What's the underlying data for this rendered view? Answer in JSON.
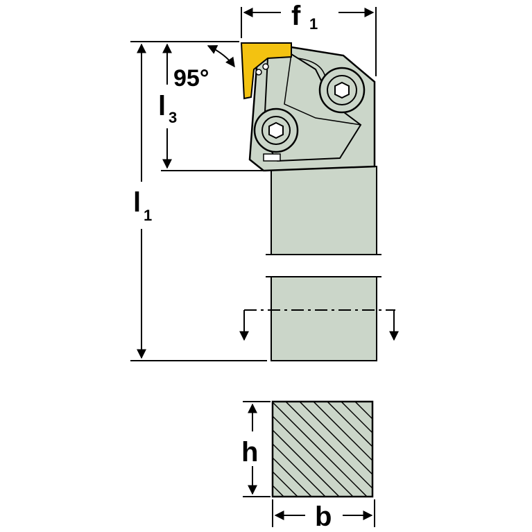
{
  "labels": {
    "f1": {
      "main": "f",
      "sub": "1"
    },
    "l1": {
      "main": "l",
      "sub": "1"
    },
    "l3": {
      "main": "l",
      "sub": "3"
    },
    "angle": "95°",
    "h": "h",
    "b": "b"
  },
  "colors": {
    "body": "#cbd6c9",
    "insert": "#f3c211",
    "outline": "#000000",
    "section_hatch": "#000000"
  },
  "icons": {
    "screw": "hex-socket-screw-icon",
    "arrow": "arrow-icon"
  }
}
